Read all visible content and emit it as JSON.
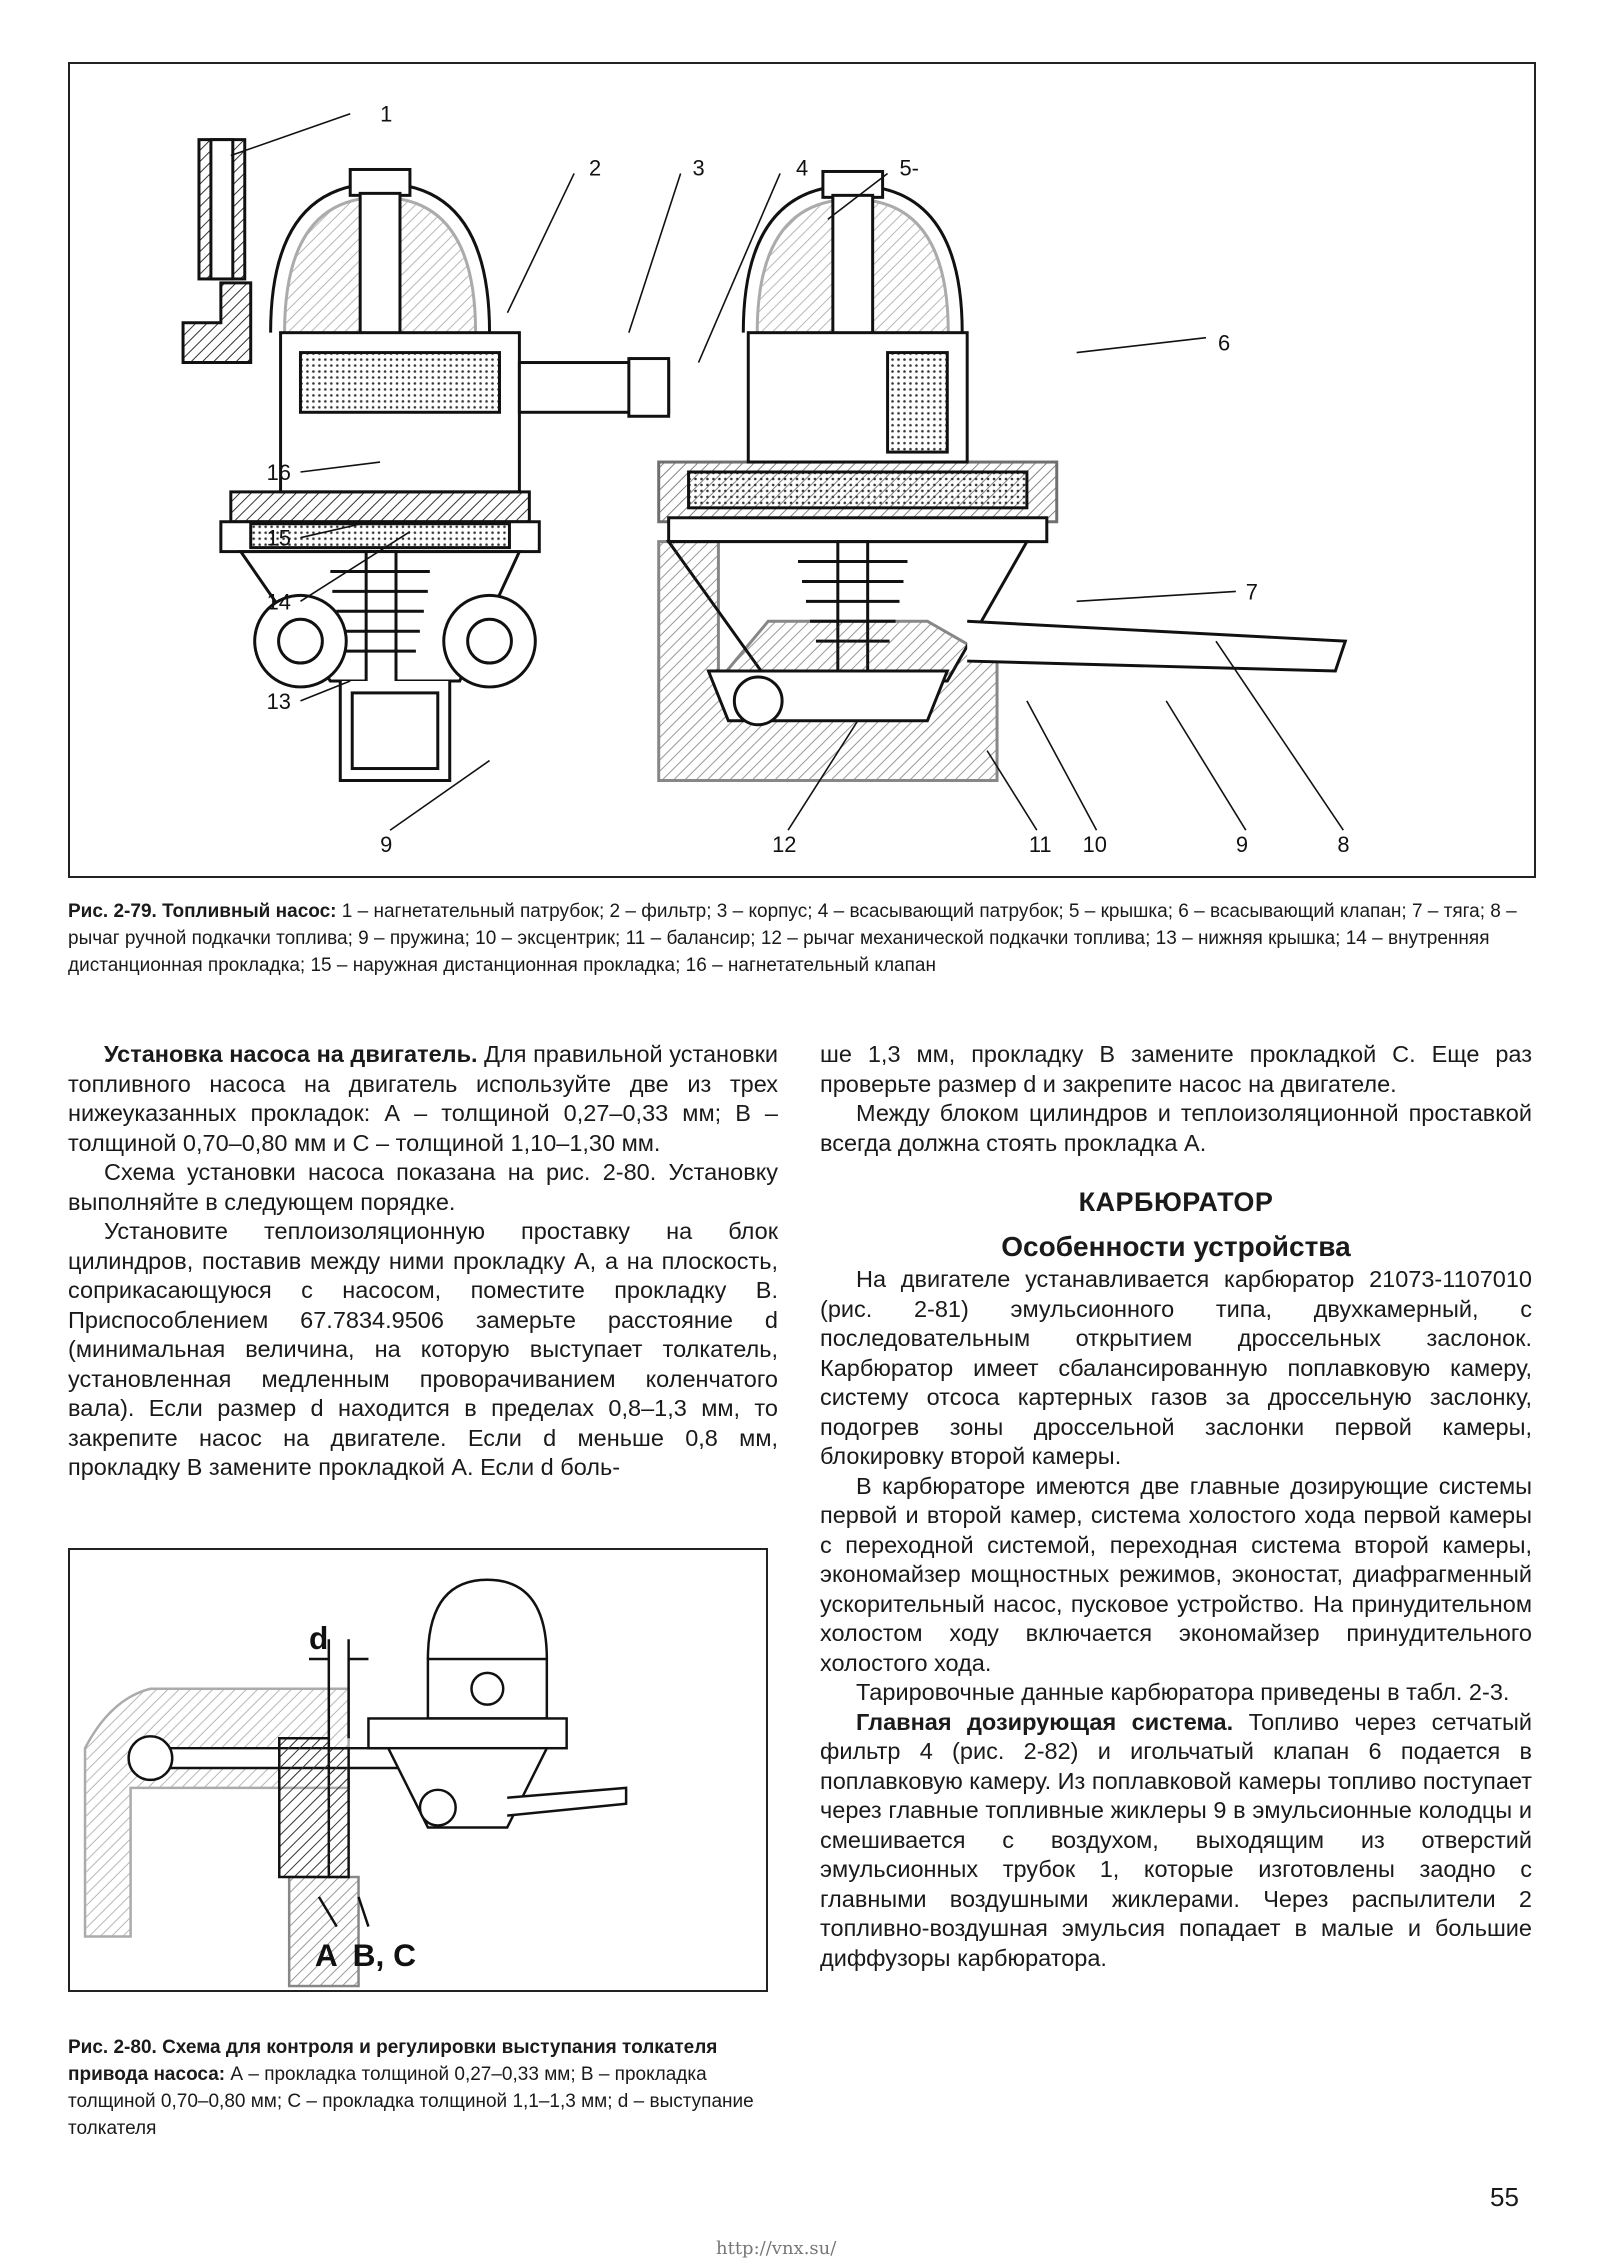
{
  "figure1": {
    "callouts": [
      "1",
      "2",
      "3",
      "4",
      "5-",
      "6",
      "7",
      "8",
      "9",
      "10",
      "11",
      "12",
      "13",
      "14",
      "15",
      "16",
      "9"
    ],
    "caption_label": "Рис. 2-79. Топливный насос:",
    "caption_text": " 1 – нагнетательный патрубок; 2 – фильтр; 3 – корпус; 4 – всасывающий патрубок; 5 – крышка; 6 – всасывающий клапан; 7 – тяга; 8 – рычаг ручной подкачки топлива; 9 – пружина; 10 – эксцентрик; 11 – балансир; 12 – рычаг механической подкачки топлива; 13 – нижняя крышка; 14 – внутренняя дистанционная прокладка; 15 – наружная дистанционная прокладка; 16 – нагнетательный клапан"
  },
  "left_column": {
    "p1_bold": "Установка насоса на двигатель.",
    "p1_text": " Для правильной установки топливного насоса на двигатель используйте две из трех нижеуказанных прокладок: А – толщиной 0,27–0,33 мм; В – толщиной 0,70–0,80 мм и С – толщиной 1,10–1,30 мм.",
    "p2": "Схема установки насоса показана на рис. 2-80. Установку выполняйте в следующем порядке.",
    "p3": "Установите теплоизоляционную проставку на блок цилиндров, поставив между ними прокладку А, а на плоскость, соприкасающуюся с насосом, поместите прокладку В. Приспособлением 67.7834.9506 замерьте расстояние d (минимальная величина, на которую выступает толкатель, установленная медленным проворачиванием коленчатого вала). Если размер d находится в пределах 0,8–1,3 мм, то закрепите насос на двигателе. Если d меньше 0,8 мм, прокладку В замените прокладкой А. Если d боль-"
  },
  "figure2": {
    "label_d": "d",
    "label_a": "A",
    "label_bc": "B, C",
    "caption_label": "Рис. 2-80. Схема для контроля и регулировки выступания толкателя привода насоса:",
    "caption_text": " А – прокладка толщиной 0,27–0,33 мм; В – прокладка толщиной 0,70–0,80 мм; С – прокладка толщиной 1,1–1,3 мм; d – выступание толкателя"
  },
  "right_column": {
    "p1": "ше 1,3 мм, прокладку В замените прокладкой С. Еще раз проверьте размер d и закрепите насос на двигателе.",
    "p2": "Между блоком цилиндров и теплоизоляционной проставкой всегда должна стоять прокладка А.",
    "heading": "КАРБЮРАТОР",
    "subheading": "Особенности устройства",
    "p3": "На двигателе устанавливается карбюратор 21073-1107010 (рис. 2-81) эмульсионного типа, двухкамерный, с последовательным открытием дроссельных заслонок. Карбюратор имеет сбалансированную поплавковую камеру, систему отсоса картерных газов за дроссельную заслонку, подогрев зоны дроссельной заслонки первой камеры, блокировку второй камеры.",
    "p4": "В карбюраторе имеются две главные дозирующие системы первой и второй камер, система холостого хода первой камеры с переходной системой, переходная система второй камеры, экономайзер мощностных режимов, эконостат, диафрагменный ускорительный насос, пусковое устройство. На принудительном холостом ходу включается экономайзер принудительного холостого хода.",
    "p5": "Тарировочные данные карбюратора приведены в табл. 2-3.",
    "p6_bold": "Главная дозирующая система.",
    "p6_text": " Топливо через сетчатый фильтр 4 (рис. 2-82) и игольчатый клапан 6 подается в поплавковую камеру. Из поплавковой камеры топливо поступает через главные топливные жиклеры 9 в эмульсионные колодцы и смешивается с воздухом, выходящим из отверстий эмульсионных трубок 1, которые изготовлены заодно с главными воздушными жиклерами. Через распылители 2 топливно-воздушная эмульсия попадает в малые и большие диффузоры карбюратора."
  },
  "page_number": "55",
  "footer_url": "http://vnx.su/"
}
